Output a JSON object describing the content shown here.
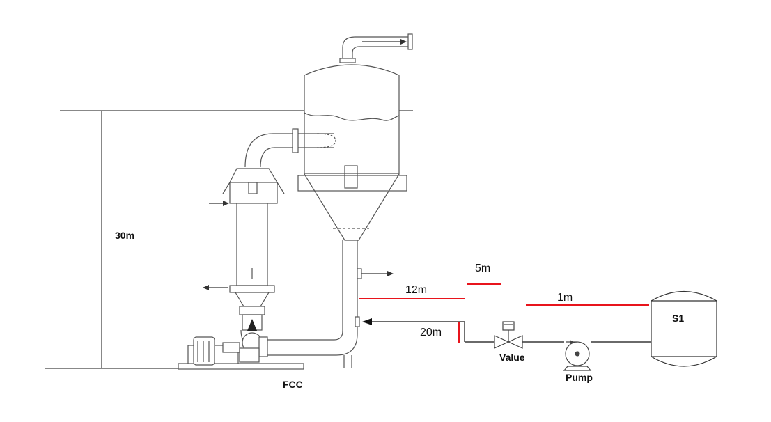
{
  "labels": {
    "height": "30m",
    "fcc": "FCC",
    "tank": "S1",
    "pump": "Pump",
    "valve": "Value",
    "seg_12m": "12m",
    "seg_5m": "5m",
    "seg_1m": "1m",
    "seg_20m": "20m"
  },
  "colors": {
    "line": "#111111",
    "highlight": "#e8141c",
    "drawing": "#555555"
  },
  "icons": {
    "pump": "pump-icon",
    "valve": "valve-icon",
    "tank": "tank-icon"
  }
}
